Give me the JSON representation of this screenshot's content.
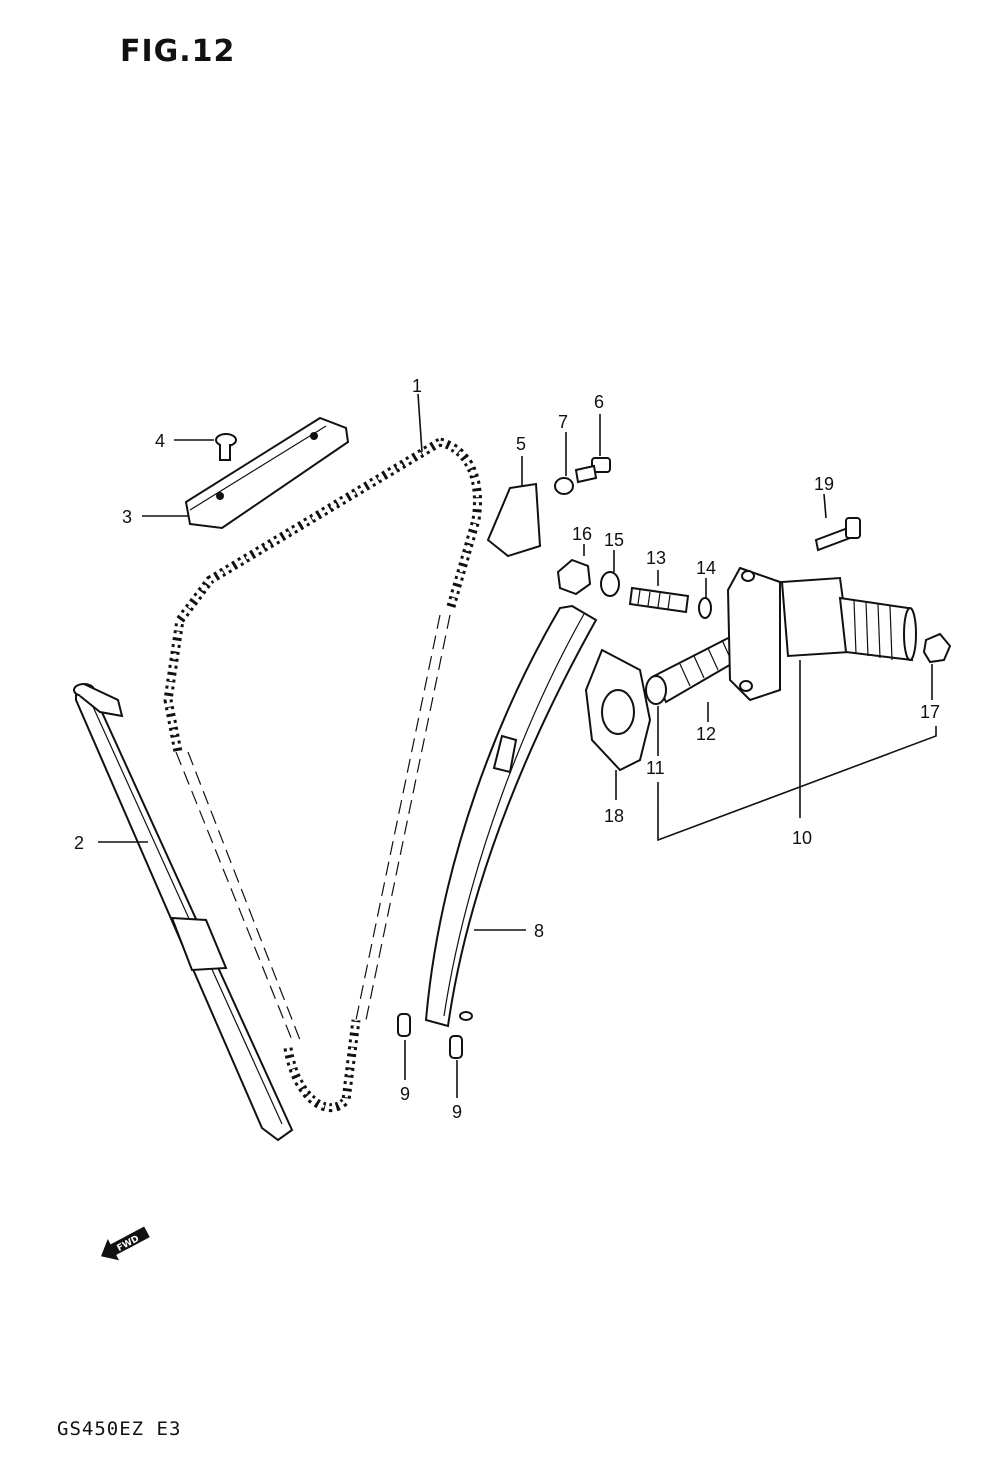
{
  "figure": {
    "title": "FIG.12",
    "model_code": "GS450EZ  E3",
    "fwd_label": "FWD"
  },
  "callouts": [
    {
      "id": "c1",
      "label": "1"
    },
    {
      "id": "c2",
      "label": "2"
    },
    {
      "id": "c3",
      "label": "3"
    },
    {
      "id": "c4",
      "label": "4"
    },
    {
      "id": "c5",
      "label": "5"
    },
    {
      "id": "c6",
      "label": "6"
    },
    {
      "id": "c7",
      "label": "7"
    },
    {
      "id": "c8",
      "label": "8"
    },
    {
      "id": "c9a",
      "label": "9"
    },
    {
      "id": "c9b",
      "label": "9"
    },
    {
      "id": "c10",
      "label": "10"
    },
    {
      "id": "c11",
      "label": "11"
    },
    {
      "id": "c12",
      "label": "12"
    },
    {
      "id": "c13",
      "label": "13"
    },
    {
      "id": "c14",
      "label": "14"
    },
    {
      "id": "c15",
      "label": "15"
    },
    {
      "id": "c16",
      "label": "16"
    },
    {
      "id": "c17",
      "label": "17"
    },
    {
      "id": "c18",
      "label": "18"
    },
    {
      "id": "c19",
      "label": "19"
    }
  ]
}
